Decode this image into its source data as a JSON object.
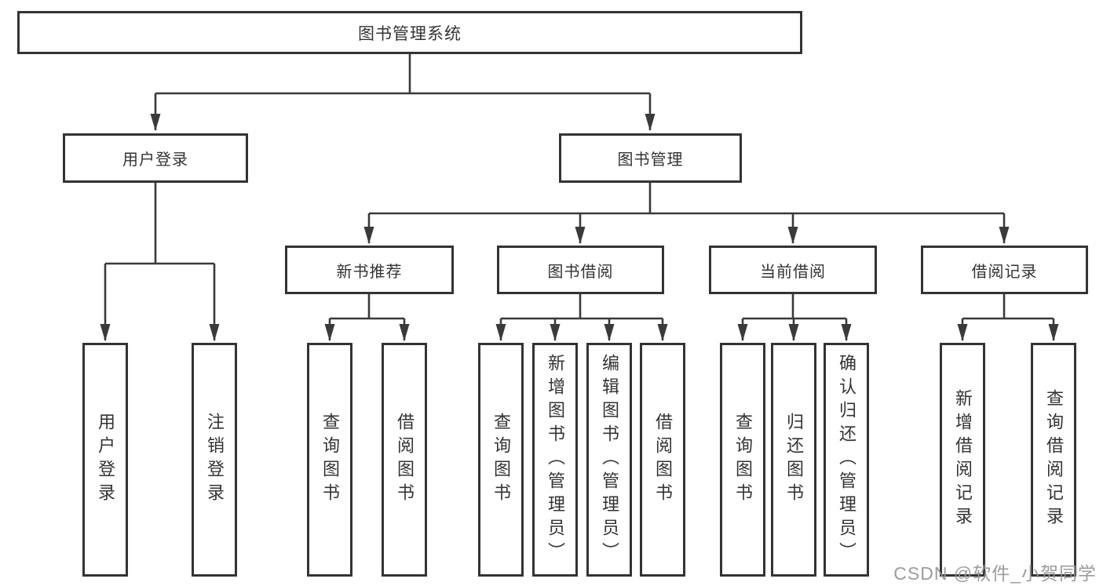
{
  "diagram": {
    "title": "图书管理系统",
    "branches": {
      "user_login": {
        "label": "用户登录",
        "children": [
          "用户登录",
          "注销登录"
        ]
      },
      "book_manage": {
        "label": "图书管理",
        "sections": [
          {
            "label": "新书推荐",
            "children": [
              "查询图书",
              "借阅图书"
            ]
          },
          {
            "label": "图书借阅",
            "children": [
              "查询图书",
              "新增图书（管理员）",
              "编辑图书（管理员）",
              "借阅图书"
            ]
          },
          {
            "label": "当前借阅",
            "children": [
              "查询图书",
              "归还图书",
              "确认归还（管理员）"
            ]
          },
          {
            "label": "借阅记录",
            "children": [
              "新增借阅记录",
              "查询借阅记录"
            ]
          }
        ]
      }
    }
  },
  "watermark": {
    "text": "CSDN @软件_小贺同学"
  },
  "colors": {
    "line": "#3a3a3a",
    "box_border": "#333333",
    "text": "#333333",
    "watermark": "#949494",
    "background": "#ffffff"
  }
}
